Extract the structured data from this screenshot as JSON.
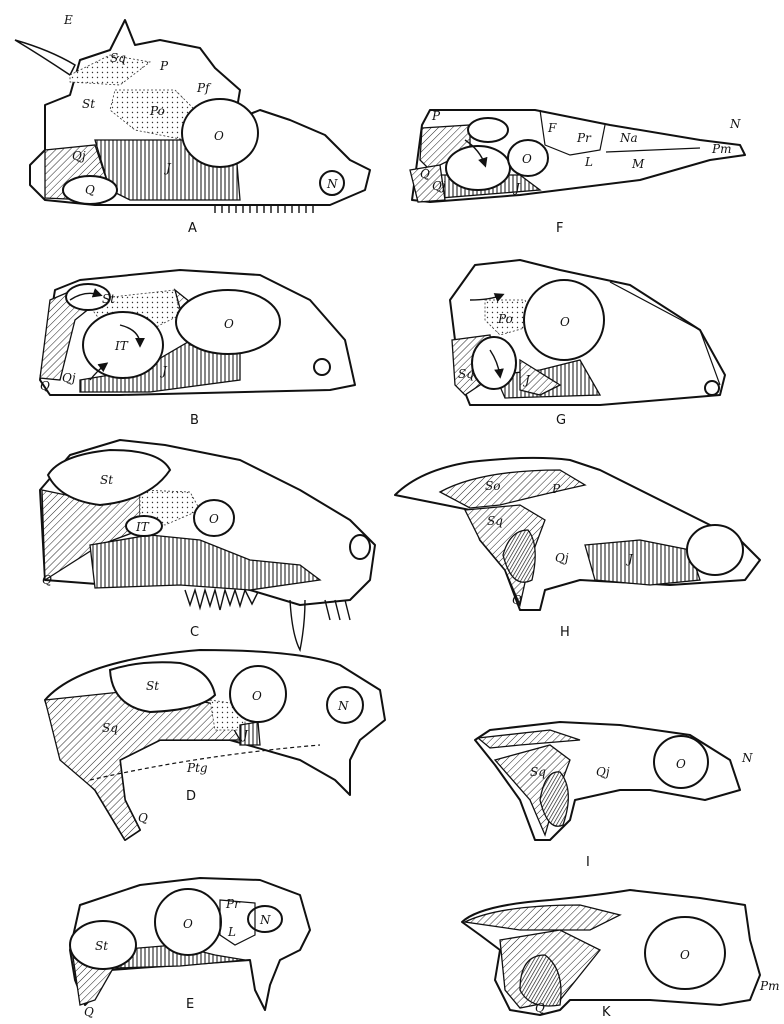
{
  "figures": {
    "A": {
      "caption": "A",
      "labels": {
        "E": "E",
        "Sq": "Sq",
        "P": "P",
        "St": "St",
        "Po": "Po",
        "Pf": "Pf",
        "O": "O",
        "Qj": "Qj",
        "J": "J",
        "Q": "Q",
        "N": "N"
      }
    },
    "B": {
      "caption": "B",
      "labels": {
        "St": "St",
        "O": "O",
        "IT": "IT",
        "Qj": "Qj",
        "J": "J",
        "Q": "Q"
      }
    },
    "C": {
      "caption": "C",
      "labels": {
        "St": "St",
        "IT": "IT",
        "O": "O",
        "Q": "Q"
      }
    },
    "D": {
      "caption": "D",
      "labels": {
        "St": "St",
        "O": "O",
        "N": "N",
        "Sq": "Sq",
        "J": "J",
        "Ptg": "Ptg",
        "Q": "Q"
      }
    },
    "E": {
      "caption": "E",
      "labels": {
        "St": "St",
        "O": "O",
        "Pr": "Pr",
        "L": "L",
        "N": "N",
        "Q": "Q"
      }
    },
    "F": {
      "caption": "F",
      "labels": {
        "P": "P",
        "F": "F",
        "Pr": "Pr",
        "Na": "Na",
        "N": "N",
        "Pm": "Pm",
        "O": "O",
        "L": "L",
        "M": "M",
        "Q": "Q",
        "Qj": "Qj",
        "J": "J"
      }
    },
    "G": {
      "caption": "G",
      "labels": {
        "Po": "Po",
        "O": "O",
        "Sq": "Sq",
        "J": "J"
      }
    },
    "H": {
      "caption": "H",
      "labels": {
        "So": "So",
        "P": "P",
        "Sq": "Sq",
        "Qj": "Qj",
        "J": "J",
        "Q": "Q"
      }
    },
    "I": {
      "caption": "I",
      "labels": {
        "Sq": "Sq",
        "Qj": "Qj",
        "O": "O",
        "N": "N"
      }
    },
    "K": {
      "caption": "K",
      "labels": {
        "O": "O",
        "Pm": "Pm",
        "Q": "Q"
      }
    }
  }
}
